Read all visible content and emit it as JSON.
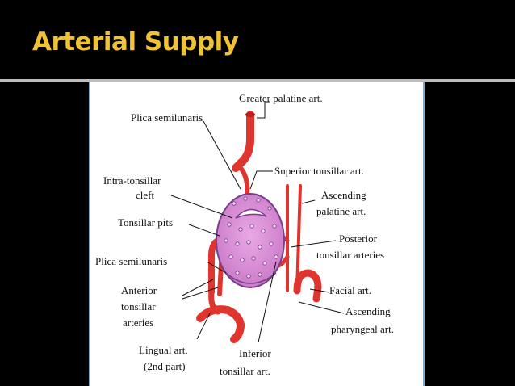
{
  "slide": {
    "title": "Arterial Supply"
  },
  "diagram": {
    "labels": {
      "greater_palatine": "Greater palatine art.",
      "plica_semilunaris_top": "Plica semilunaris",
      "superior_tonsillar": "Superior tonsillar art.",
      "intra_tonsillar_1": "Intra-tonsillar",
      "intra_tonsillar_2": "cleft",
      "ascending_palatine_1": "Ascending",
      "ascending_palatine_2": "palatine art.",
      "tonsillar_pits": "Tonsillar pits",
      "posterior_tonsillar_1": "Posterior",
      "posterior_tonsillar_2": "tonsillar arteries",
      "plica_semilunaris_bottom": "Plica semilunaris",
      "anterior_tonsillar_1": "Anterior",
      "anterior_tonsillar_2": "tonsillar",
      "anterior_tonsillar_3": "arteries",
      "facial": "Facial art.",
      "ascending_pharyngeal_1": "Ascending",
      "ascending_pharyngeal_2": "pharyngeal art.",
      "lingual_1": "Lingual art.",
      "lingual_2": "(2nd part)",
      "inferior_tonsillar_1": "Inferior",
      "inferior_tonsillar_2": "tonsillar art."
    },
    "colors": {
      "artery": "#e0342f",
      "artery_dark": "#b81e1e",
      "tonsil_fill": "#d98ad6",
      "tonsil_edge": "#7a3d8a",
      "leader_line": "#111111"
    }
  }
}
